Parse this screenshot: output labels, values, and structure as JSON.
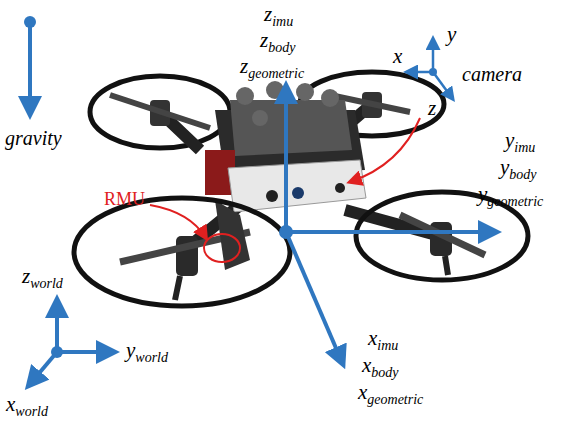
{
  "diagram": {
    "labels": [
      "gravity",
      "zimu",
      "zbody",
      "zgeometric",
      "y",
      "x",
      "camera",
      "z",
      "yimu",
      "ybody",
      "ygeometric",
      "RMU",
      "zworld",
      "yworld",
      "xworld",
      "ximu",
      "xbody",
      "xgeometric"
    ]
  }
}
